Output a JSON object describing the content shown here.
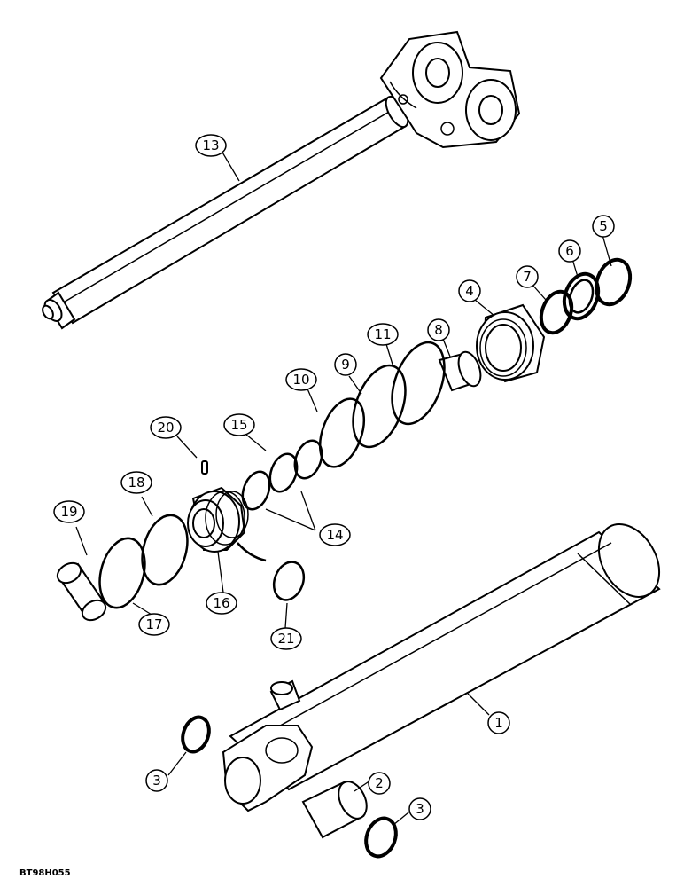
{
  "document_id": "BT98H055",
  "callouts": [
    {
      "id": "c13",
      "label": "13"
    },
    {
      "id": "c5",
      "label": "5"
    },
    {
      "id": "c6",
      "label": "6"
    },
    {
      "id": "c7",
      "label": "7"
    },
    {
      "id": "c4",
      "label": "4"
    },
    {
      "id": "c11",
      "label": "11"
    },
    {
      "id": "c8",
      "label": "8"
    },
    {
      "id": "c9",
      "label": "9"
    },
    {
      "id": "c10",
      "label": "10"
    },
    {
      "id": "c15",
      "label": "15"
    },
    {
      "id": "c20",
      "label": "20"
    },
    {
      "id": "c18",
      "label": "18"
    },
    {
      "id": "c19",
      "label": "19"
    },
    {
      "id": "c14",
      "label": "14"
    },
    {
      "id": "c16",
      "label": "16"
    },
    {
      "id": "c17",
      "label": "17"
    },
    {
      "id": "c21",
      "label": "21"
    },
    {
      "id": "c1",
      "label": "1"
    },
    {
      "id": "c3a",
      "label": "3"
    },
    {
      "id": "c2",
      "label": "2"
    },
    {
      "id": "c3b",
      "label": "3"
    }
  ]
}
